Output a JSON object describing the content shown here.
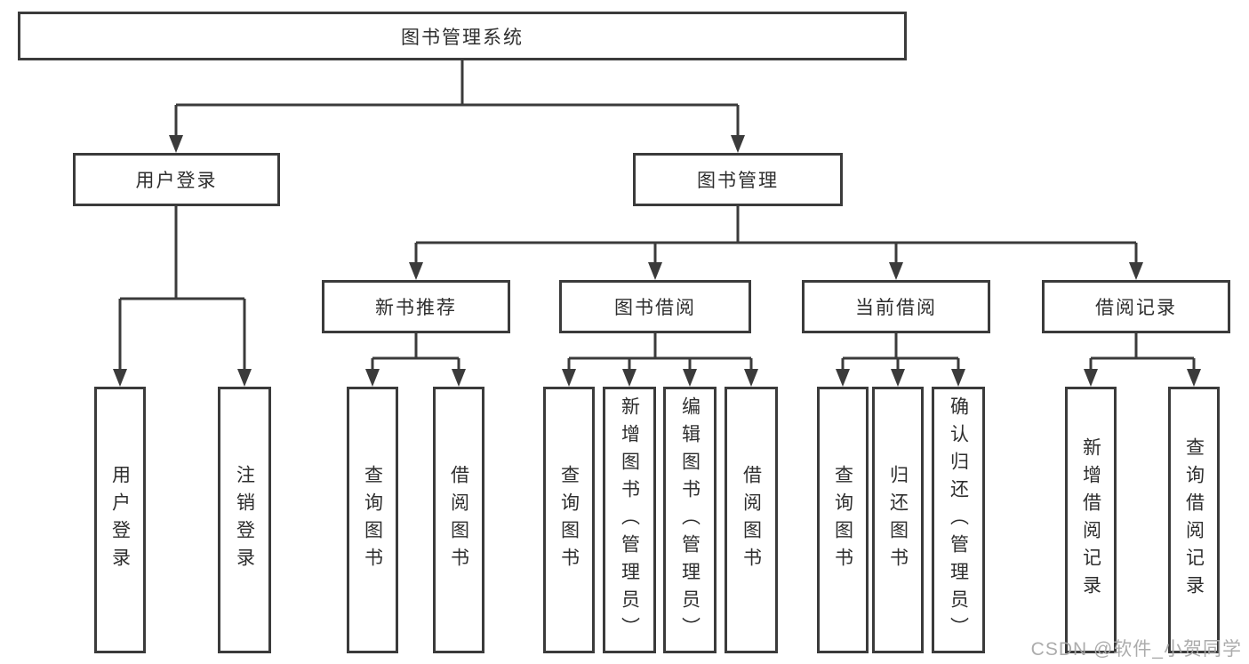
{
  "diagram": {
    "root": {
      "label": "图书管理系统"
    },
    "branches": [
      {
        "label": "用户登录",
        "children": [
          {
            "label": "用户登录"
          },
          {
            "label": "注销登录"
          }
        ]
      },
      {
        "label": "图书管理",
        "children": [
          {
            "label": "新书推荐",
            "children": [
              {
                "label": "查询图书"
              },
              {
                "label": "借阅图书"
              }
            ]
          },
          {
            "label": "图书借阅",
            "children": [
              {
                "label": "查询图书"
              },
              {
                "label": "新增图书（管理员）"
              },
              {
                "label": "编辑图书（管理员）"
              },
              {
                "label": "借阅图书"
              }
            ]
          },
          {
            "label": "当前借阅",
            "children": [
              {
                "label": "查询图书"
              },
              {
                "label": "归还图书"
              },
              {
                "label": "确认归还（管理员）"
              }
            ]
          },
          {
            "label": "借阅记录",
            "children": [
              {
                "label": "新增借阅记录"
              },
              {
                "label": "查询借阅记录"
              }
            ]
          }
        ]
      }
    ]
  },
  "watermark": "CSDN @软件_小贺同学",
  "colors": {
    "line": "#3b3b3b",
    "text": "#2e2e2e",
    "watermark": "#a8a8a8",
    "background": "#ffffff"
  }
}
